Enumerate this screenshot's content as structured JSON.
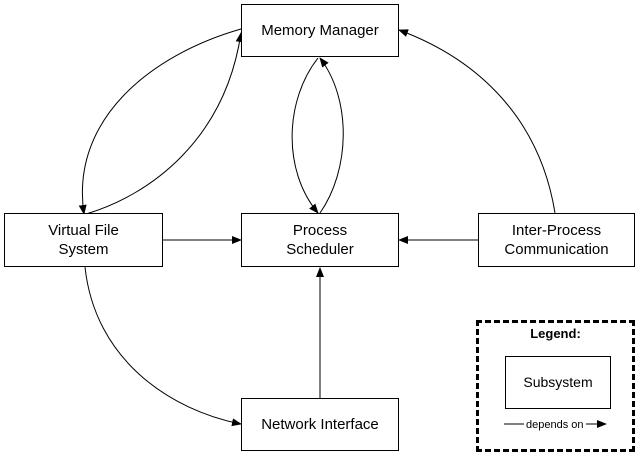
{
  "subsystems": {
    "memory_manager": "Memory Manager",
    "virtual_file_system": "Virtual File\nSystem",
    "process_scheduler": "Process\nScheduler",
    "inter_process_communication": "Inter-Process\nCommunication",
    "network_interface": "Network Interface"
  },
  "legend": {
    "title": "Legend:",
    "subsystem_label": "Subsystem",
    "arrow_label": "depends on"
  },
  "colors": {
    "stroke": "#000000",
    "box_fill": "#ffffff"
  }
}
